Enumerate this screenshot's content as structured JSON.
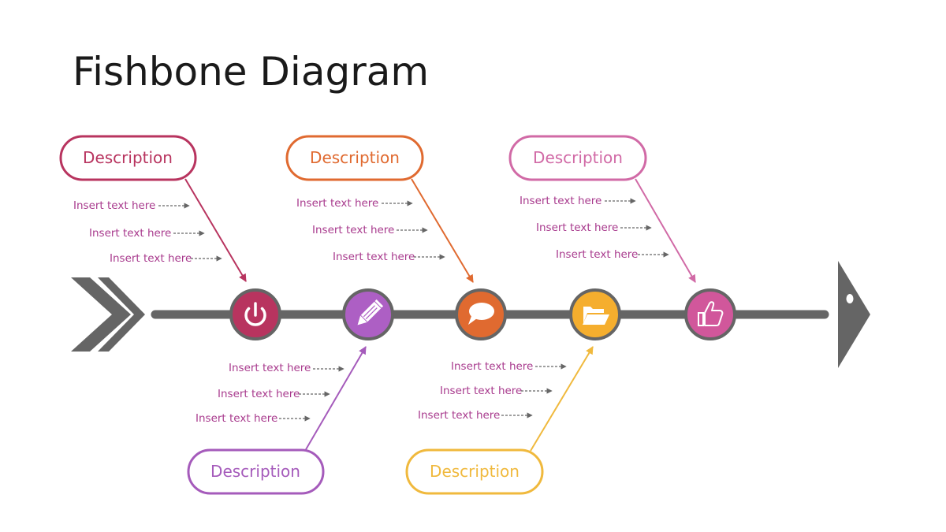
{
  "title": "Fishbone Diagram",
  "colors": {
    "spine": "#656565",
    "text": "#a83a8d",
    "dash": "#666666"
  },
  "top_branches": [
    {
      "label": "Description",
      "color": "#b8345f",
      "node_color": "#b8345f",
      "icon": "power-icon",
      "items": [
        "Insert text here",
        "Insert text here",
        "Insert text here"
      ]
    },
    {
      "label": "Description",
      "color": "#e06a30",
      "node_color": "#e06a30",
      "icon": "chat-bubble-icon",
      "items": [
        "Insert text here",
        "Insert text here",
        "Insert text here"
      ]
    },
    {
      "label": "Description",
      "color": "#d16aa6",
      "node_color": "#d1579b",
      "icon": "thumbs-up-icon",
      "items": [
        "Insert text here",
        "Insert text here",
        "Insert text here"
      ]
    }
  ],
  "bottom_branches": [
    {
      "label": "Description",
      "color": "#a55bbb",
      "node_color": "#ad5fc4",
      "icon": "pencil-icon",
      "items": [
        "Insert text here",
        "Insert text here",
        "Insert text here"
      ]
    },
    {
      "label": "Description",
      "color": "#f0b93d",
      "node_color": "#f5ae2e",
      "icon": "folder-icon",
      "items": [
        "Insert text here",
        "Insert text here",
        "Insert text here"
      ]
    }
  ]
}
